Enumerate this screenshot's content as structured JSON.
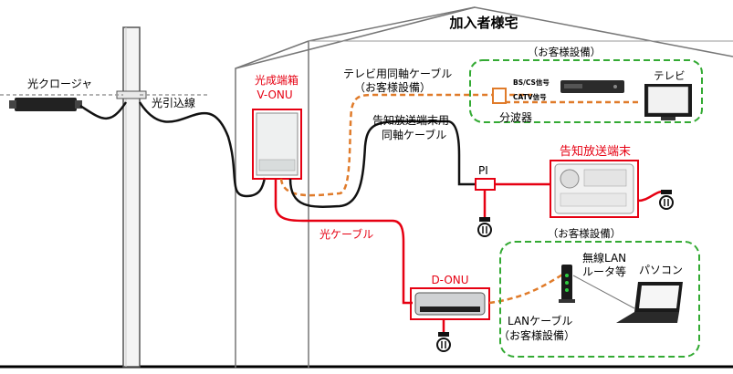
{
  "house": {
    "title": "加入者様宅"
  },
  "pole": {
    "closure_label": "光クロージャ",
    "dropwire_label": "光引込線"
  },
  "v_onu": {
    "line1": "光成端箱",
    "line2": "V-ONU"
  },
  "tv_area": {
    "group_label": "（お客様設備）",
    "cable_label_1": "テレビ用同軸ケーブル",
    "cable_label_2": "（お客様設備）",
    "signal_bs": "BS/CS信号",
    "signal_catv": "CATV信号",
    "splitter_label": "分波器",
    "tv_label": "テレビ"
  },
  "broadcast": {
    "coax_label_1": "告知放送端末用",
    "coax_label_2": "同軸ケーブル",
    "pi_label": "PI",
    "terminal_label": "告知放送端末"
  },
  "fiber": {
    "label": "光ケーブル"
  },
  "d_onu": {
    "label": "D-ONU"
  },
  "lan_area": {
    "group_label": "（お客様設備）",
    "router_line1": "無線LAN",
    "router_line2": "ルータ等",
    "pc_label": "パソコン",
    "lan_cable_1": "LANケーブル",
    "lan_cable_2": "（お客様設備）"
  },
  "colors": {
    "fiber_red": "#e60012",
    "customer_dash_green": "#33aa33",
    "coax_orange": "#e07b2a",
    "cable_black": "#111111"
  }
}
